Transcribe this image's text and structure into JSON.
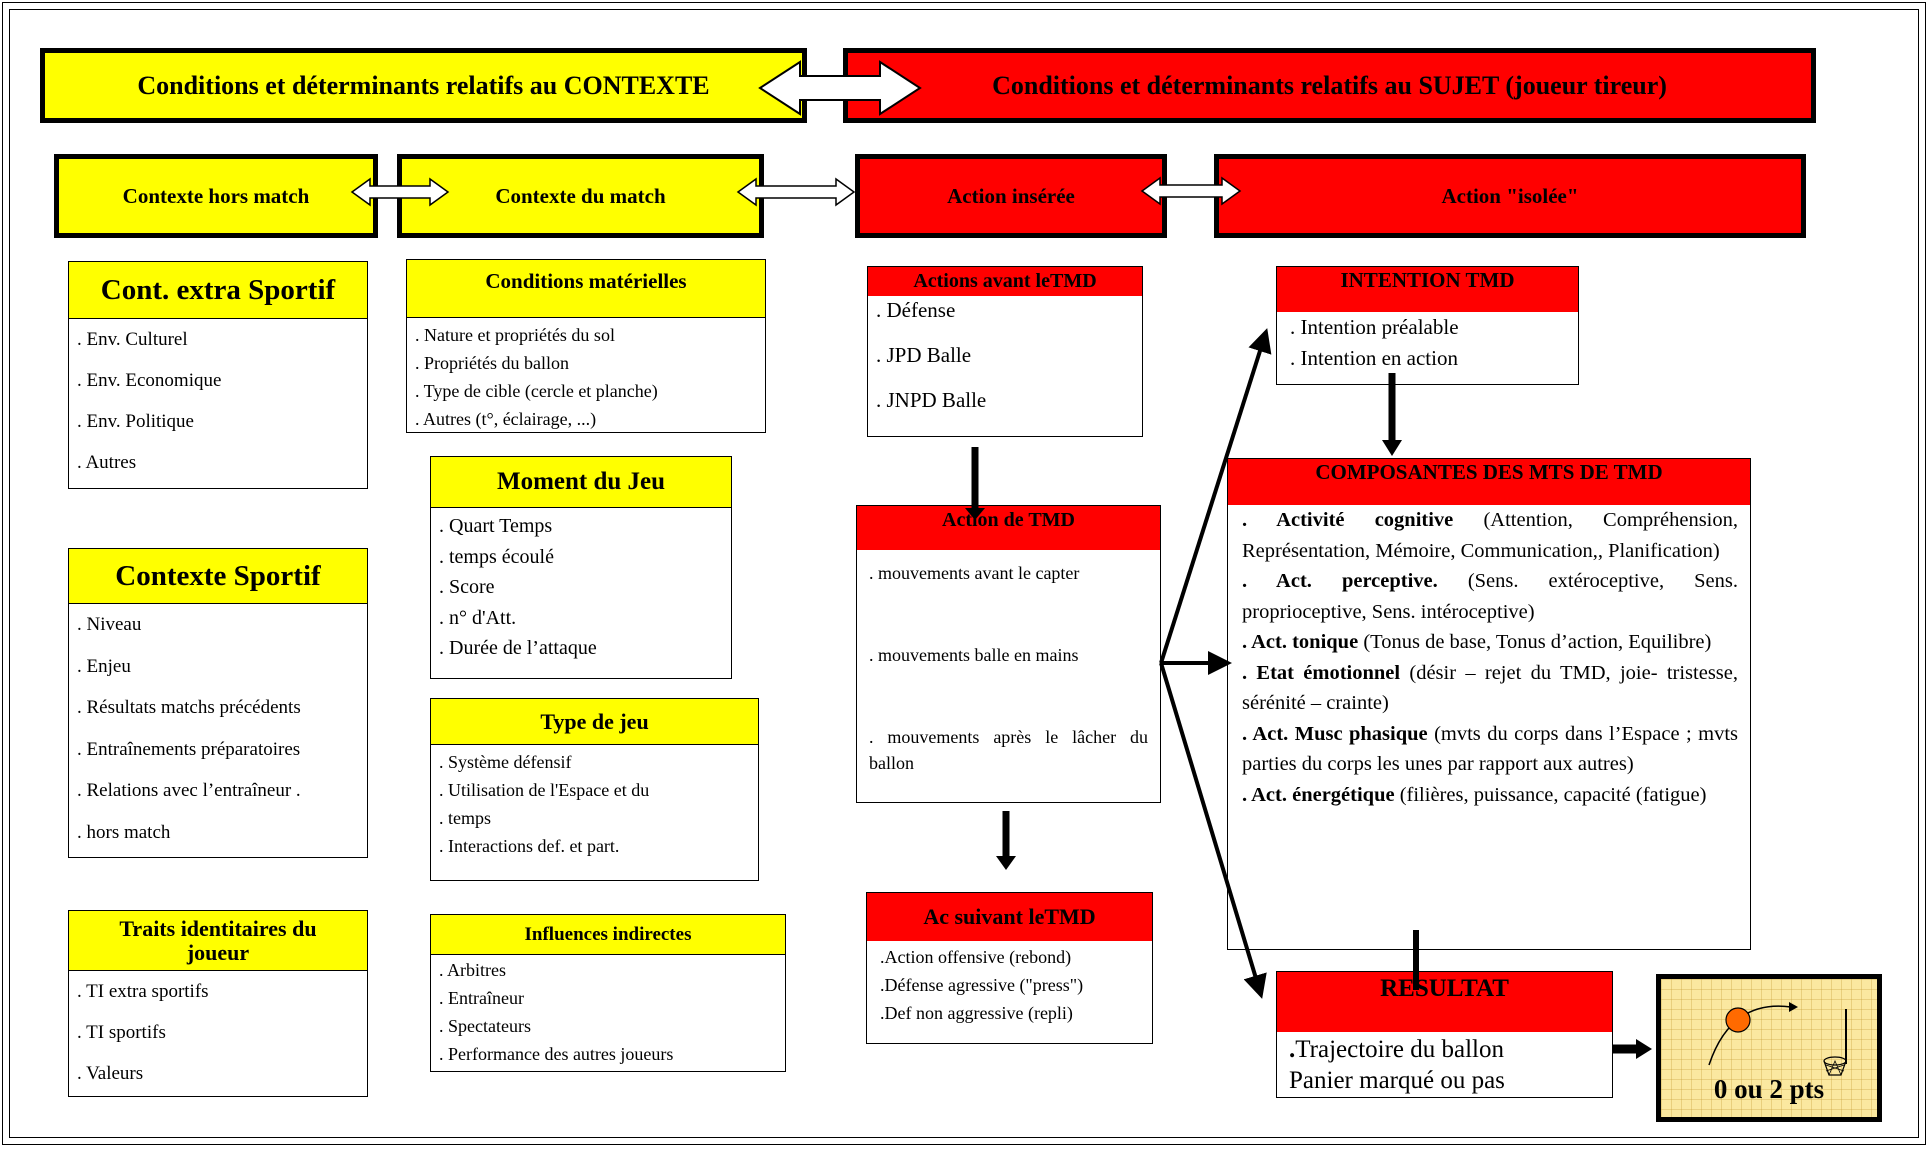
{
  "banners": {
    "contexte": "Conditions et déterminants relatifs au CONTEXTE",
    "sujet": "Conditions et déterminants relatifs au SUJET  (joueur tireur)"
  },
  "level2": {
    "hors_match": "Contexte hors  match",
    "du_match": "Contexte du match",
    "action_inseree": "Action insérée",
    "action_isolee": "Action \"isolée\""
  },
  "cont_extra": {
    "title": "Cont. extra Sportif",
    "items": [
      ". Env. Culturel",
      ". Env. Economique",
      ". Env. Politique",
      ". Autres"
    ]
  },
  "contexte_sportif": {
    "title": "Contexte Sportif",
    "items": [
      ". Niveau",
      ". Enjeu",
      ". Résultats matchs précédents",
      ". Entraînements  préparatoires",
      ". Relations avec l’entraîneur .",
      ". hors match"
    ]
  },
  "traits": {
    "title": "Traits  identitaires du joueur",
    "items": [
      ". TI extra sportifs",
      ". TI sportifs",
      ". Valeurs"
    ]
  },
  "conditions_materielles": {
    "title": "Conditions matérielles",
    "items": [
      ". Nature et propriétés du sol",
      ". Propriétés du ballon",
      ". Type de cible (cercle et planche)",
      ". Autres (t°, éclairage,  ...)"
    ]
  },
  "moment_jeu": {
    "title": "Moment du  Jeu",
    "items": [
      ". Quart Temps",
      ". temps écoulé",
      ". Score",
      ". n° d'Att.",
      ". Durée de l’attaque"
    ]
  },
  "type_jeu": {
    "title": "Type de jeu",
    "items": [
      ". Système défensif",
      ".  Utilisation de l'Espace et du",
      ". temps",
      ". Interactions def. et part."
    ]
  },
  "influences": {
    "title": "Influences indirectes",
    "items": [
      ". Arbitres",
      ". Entraîneur",
      ". Spectateurs",
      ". Performance des autres joueurs"
    ]
  },
  "actions_avant": {
    "title": "Actions avant leTMD",
    "items": [
      ". Défense",
      ". JPD Balle",
      ". JNPD Balle"
    ]
  },
  "action_tmd": {
    "title": "Action de TMD",
    "items": [
      ". mouvements avant le capter",
      ". mouvements balle en mains",
      ". mouvements après le lâcher du ballon"
    ]
  },
  "ac_suivant": {
    "title": "Ac suivant leTMD",
    "items": [
      ".Action offensive (rebond)",
      ".Défense agressive (\"press\")",
      ".Def non aggressive (repli)"
    ]
  },
  "intention": {
    "title": "INTENTION  TMD",
    "items": [
      ". Intention préalable",
      ". Intention en action"
    ]
  },
  "composantes": {
    "title": "COMPOSANTES DES MTS DE TMD",
    "entries": [
      {
        "bold": ". Activité cognitive",
        "rest": " (Attention, Compréhension, Représentation, Mémoire, Communication,, Planification)"
      },
      {
        "bold": ". Act. perceptive.",
        "rest": " (Sens. extéroceptive, Sens. proprioceptive, Sens. intéroceptive)"
      },
      {
        "bold": ". Act. tonique",
        "rest": " (Tonus de base, Tonus d’action, Equilibre)"
      },
      {
        "bold": ". Etat émotionnel",
        "rest": " (désir – rejet du TMD, joie- tristesse, sérénité – crainte)"
      },
      {
        "bold": ". Act. Musc phasique",
        "rest": " (mvts du corps dans l’Espace ; mvts parties du corps les unes par rapport aux autres)"
      },
      {
        "bold": ". Act. énergétique",
        "rest": " (filières, puissance, capacité (fatigue)"
      }
    ]
  },
  "resultat": {
    "title": "RESULTAT",
    "line1_bold": ".",
    "line1": "Trajectoire du ballon",
    "line2": "Panier marqué ou pas"
  },
  "score": "0 ou 2 pts",
  "colors": {
    "yellow": "#ffff00",
    "red": "#ff0000",
    "ball": "#ff6a00",
    "score_bg": "#fbe8a0"
  }
}
